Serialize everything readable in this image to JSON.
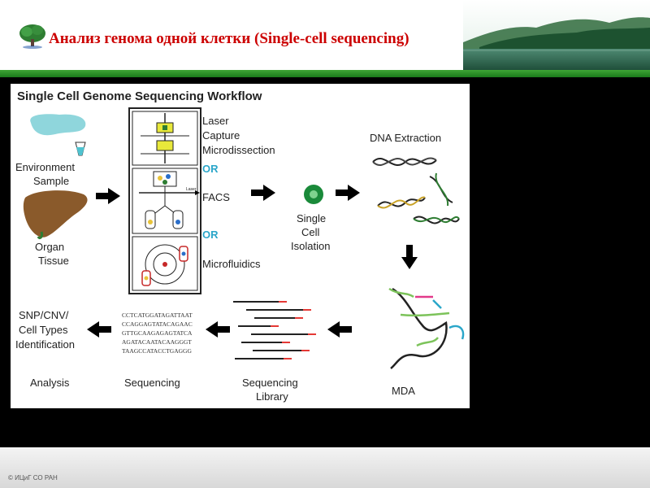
{
  "slide": {
    "title": "Анализ генома одной клетки (Single-cell sequencing)",
    "footer": "© ИЦиГ СО РАН"
  },
  "diagram": {
    "title": "Single Cell Genome Sequencing Workflow",
    "environment_sample": [
      "Environment",
      "Sample"
    ],
    "organ_tissue": [
      "Organ",
      "Tissue"
    ],
    "laser_capture": [
      "Laser",
      "Capture",
      "Microdissection"
    ],
    "or_label": "OR",
    "facs": "FACS",
    "microfluidics": "Microfluidics",
    "single_cell_isolation": [
      "Single",
      "Cell",
      "Isolation"
    ],
    "dna_extraction": "DNA Extraction",
    "mda": "MDA",
    "sequencing_library": [
      "Sequencing",
      "Library"
    ],
    "sequencing": "Sequencing",
    "analysis": "Analysis",
    "snp_cnv": [
      "SNP/CNV/",
      "Cell Types",
      "Identification"
    ],
    "laser_tag": "Laser",
    "sequence_lines": [
      "CCTCATGGATAGATTAAT",
      "CCAGGAGTATACAGAAC",
      "GTTGCAAGAGAGTATCA",
      "AGATACAATACAAGGGT",
      "TAAGCCATACCTGAGGG"
    ]
  },
  "colors": {
    "title_red": "#cc0000",
    "band_green": "#2e8b2e",
    "or_teal": "#2aa6c9",
    "cell_green": "#1a8a3a",
    "liver_brown": "#8a5a2b",
    "sample_teal": "#7fd3d8"
  }
}
